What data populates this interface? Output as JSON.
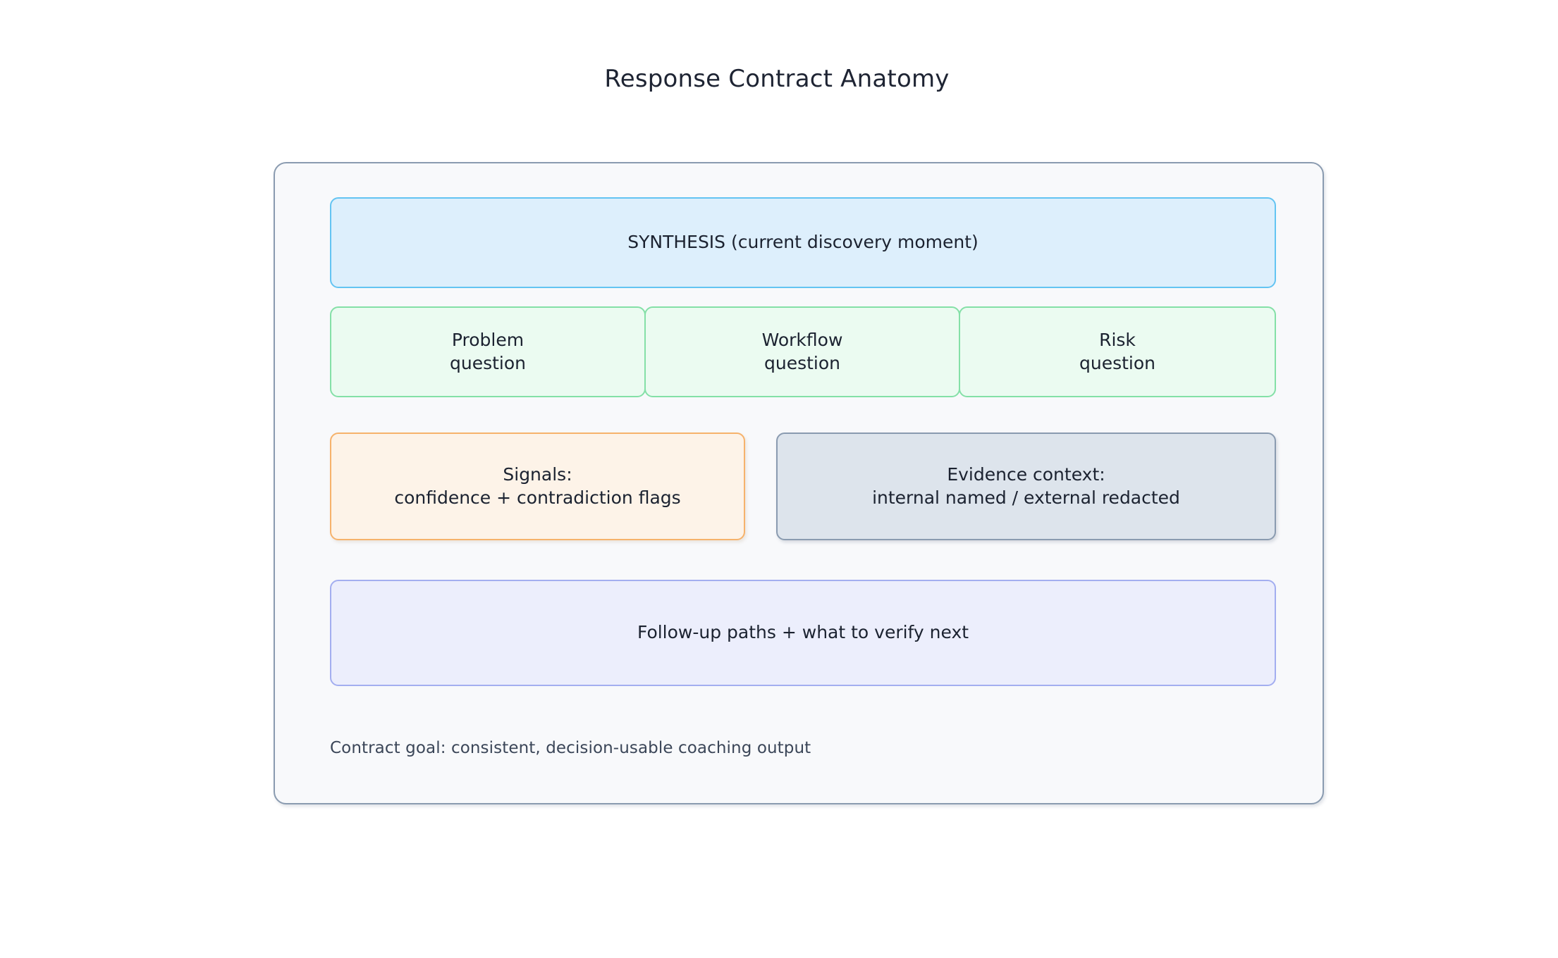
{
  "page": {
    "title": "Response Contract Anatomy",
    "background": "#ffffff"
  },
  "diagram": {
    "type": "block-stack",
    "frame": {
      "fill": "#f8f9fb",
      "border_color": "#8a9bb0"
    },
    "rows": [
      {
        "name": "synthesis",
        "nodes": [
          {
            "id": "synthesis",
            "label": "SYNTHESIS (current discovery moment)",
            "fill": "#ddeffc",
            "border_color": "#63c4f2"
          }
        ]
      },
      {
        "name": "questions",
        "nodes": [
          {
            "id": "problem",
            "label": "Problem\nquestion",
            "fill": "#ebfbf1",
            "border_color": "#84e0a7"
          },
          {
            "id": "workflow",
            "label": "Workflow\nquestion",
            "fill": "#ebfbf1",
            "border_color": "#84e0a7"
          },
          {
            "id": "risk",
            "label": "Risk\nquestion",
            "fill": "#ebfbf1",
            "border_color": "#84e0a7"
          }
        ]
      },
      {
        "name": "signals-evidence",
        "nodes": [
          {
            "id": "signals",
            "label": "Signals:\nconfidence + contradiction flags",
            "fill": "#fdf3e8",
            "border_color": "#f6b26b"
          },
          {
            "id": "evidence",
            "label": "Evidence context:\ninternal named / external redacted",
            "fill": "#dde4ec",
            "border_color": "#8a9bb0"
          }
        ]
      },
      {
        "name": "follow-up",
        "nodes": [
          {
            "id": "followup",
            "label": "Follow-up paths + what to verify next",
            "fill": "#eceefc",
            "border_color": "#a3aef0"
          }
        ]
      }
    ],
    "footnote": "Contract goal: consistent, decision-usable coaching output"
  }
}
